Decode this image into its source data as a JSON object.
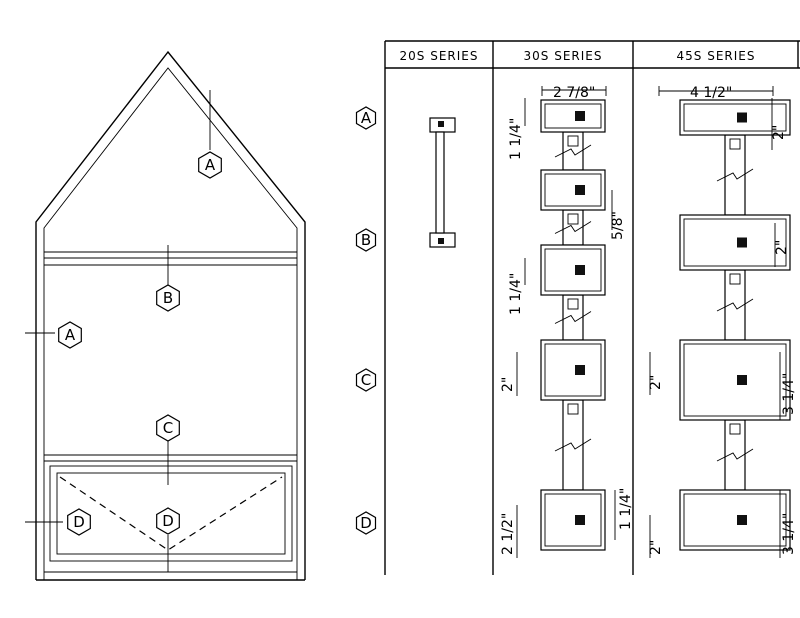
{
  "table": {
    "columns": [
      "20S SERIES",
      "30S SERIES",
      "45S SERIES"
    ],
    "row_labels": [
      "A",
      "B",
      "C",
      "D"
    ]
  },
  "elevation": {
    "callouts": [
      "A",
      "B",
      "A",
      "C",
      "D",
      "D"
    ]
  },
  "dimensions": {
    "s30": [
      "2 7/8\"",
      "1 1/4\"",
      "5/8\"",
      "1 1/4\"",
      "2\"",
      "1 1/4\"",
      "2 1/2\""
    ],
    "s45": [
      "4 1/2\"",
      "2\"",
      "2\"",
      "2\"",
      "3 1/4\"",
      "2\"",
      "3 1/4\""
    ]
  }
}
